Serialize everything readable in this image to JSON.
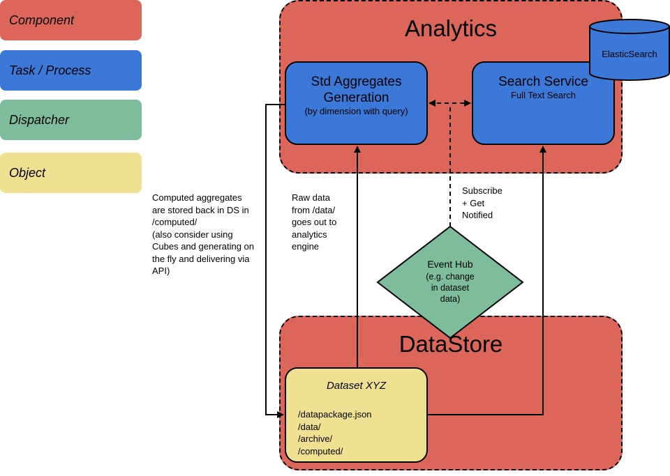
{
  "legend": {
    "component": "Component",
    "task": "Task / Process",
    "dispatcher": "Dispatcher",
    "object": "Object"
  },
  "analytics": {
    "title": "Analytics",
    "aggregates": {
      "title_line1": "Std Aggregates",
      "title_line2": "Generation",
      "subtitle": "(by dimension with query)"
    },
    "search": {
      "title": "Search Service",
      "subtitle": "Full Text Search"
    },
    "elasticsearch": "ElasticSearch"
  },
  "datastore": {
    "title": "DataStore",
    "dataset": {
      "title": "Dataset XYZ",
      "lines": [
        "/datapackage.json",
        "/data/",
        "/archive/",
        "/computed/"
      ]
    }
  },
  "event_hub": {
    "title": "Event Hub",
    "subtitle": "(e.g. change\nin dataset\ndata)"
  },
  "notes": {
    "computed": "Computed aggregates\nare stored back in DS in\n/computed/\n(also consider using\nCubes and generating on\nthe fly and delivering via\nAPI)",
    "raw_data": "Raw data\nfrom /data/\ngoes out to\nanalytics\nengine",
    "subscribe": "Subscribe\n+ Get\nNotified"
  },
  "colors": {
    "component": "#dd665b",
    "task": "#3b78d8",
    "dispatcher": "#7dbd9b",
    "object": "#f0e192"
  }
}
